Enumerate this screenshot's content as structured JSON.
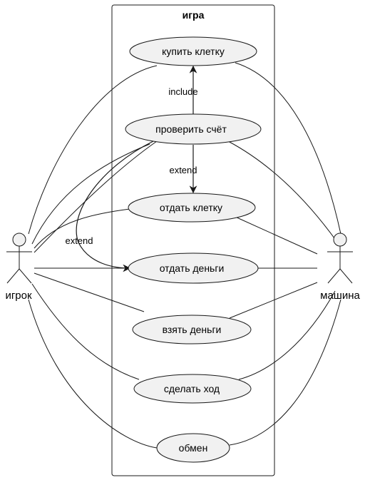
{
  "system": {
    "title": "игра"
  },
  "actors": {
    "player": {
      "name": "игрок"
    },
    "machine": {
      "name": "машина"
    }
  },
  "use_cases": {
    "buy_cell": "купить клетку",
    "check_account": "проверить счёт",
    "give_cell": "отдать клетку",
    "give_money": "отдать деньги",
    "take_money": "взять деньги",
    "make_move": "сделать ход",
    "exchange": "обмен"
  },
  "relations": {
    "include": "include",
    "extend_give_cell": "extend",
    "extend_give_money": "extend"
  },
  "colors": {
    "usecase_fill": "#f1f1f1",
    "stroke": "#181818",
    "background": "#ffffff"
  }
}
